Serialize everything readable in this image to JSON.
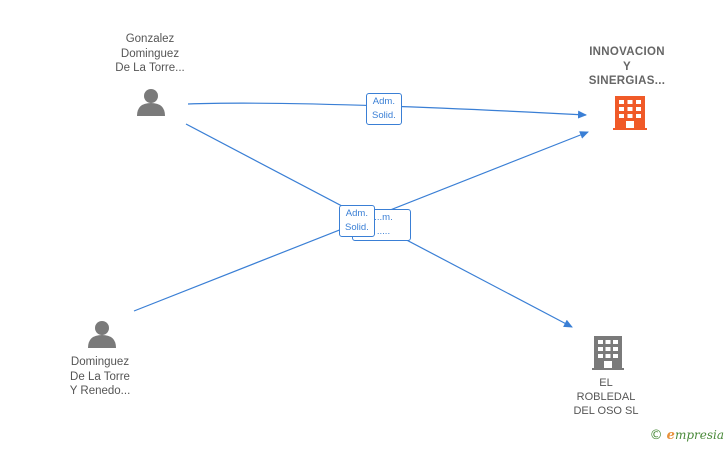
{
  "nodes": {
    "person1": {
      "label": "Gonzalez\nDominguez\nDe La Torre..."
    },
    "person2": {
      "label": "Dominguez\nDe La Torre\nY Renedo..."
    },
    "company1": {
      "label": "INNOVACION\nY\nSINERGIAS..."
    },
    "company2": {
      "label": "EL\nROBLEDAL\nDEL OSO SL"
    }
  },
  "relations": {
    "rel1": {
      "label": "Adm.\nSolid."
    },
    "rel2_back": {
      "label": "...m.\n....."
    },
    "rel2": {
      "label": "Adm.\nSolid."
    }
  },
  "colors": {
    "edge": "#3a7fd5",
    "person_icon": "#7a7a7a",
    "company_main": "#f05a28",
    "company_other": "#7a7a7a"
  },
  "brand": {
    "copyright": "©",
    "name": "mpresia",
    "initial": "e"
  }
}
